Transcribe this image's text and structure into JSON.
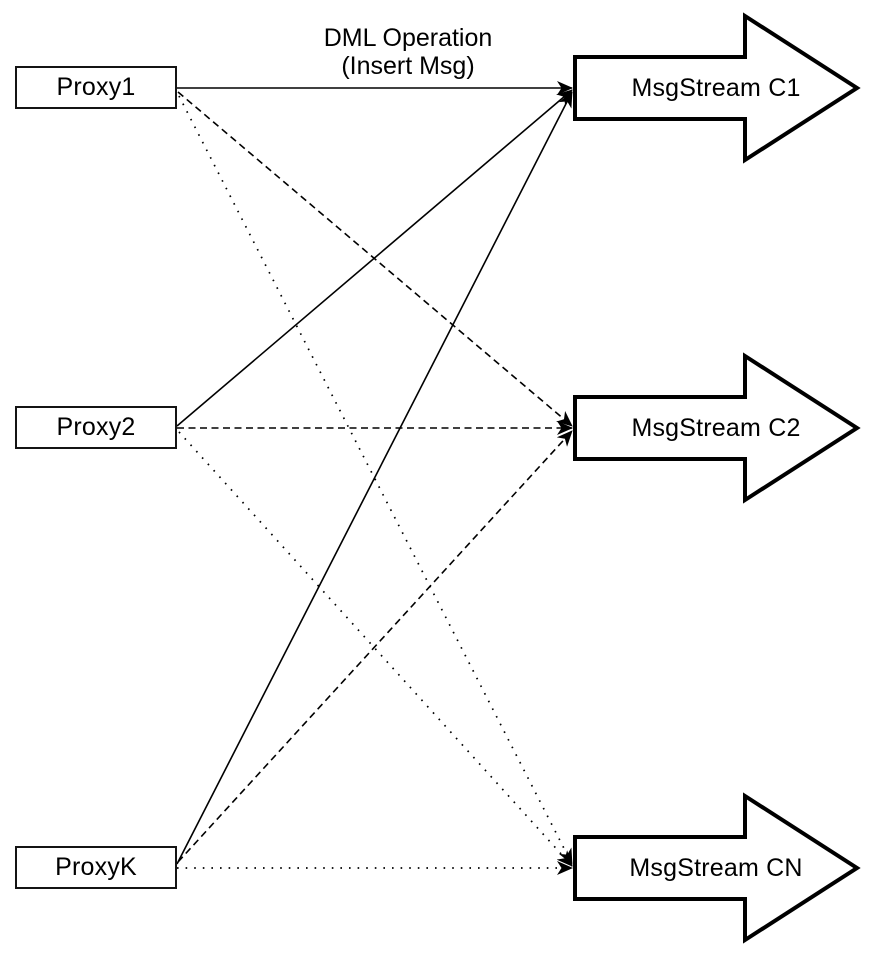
{
  "diagram": {
    "title": {
      "line1": "DML Operation",
      "line2": "(Insert Msg)"
    },
    "proxies": [
      {
        "id": "proxy1",
        "label": "Proxy1"
      },
      {
        "id": "proxy2",
        "label": "Proxy2"
      },
      {
        "id": "proxyk",
        "label": "ProxyK"
      }
    ],
    "streams": [
      {
        "id": "c1",
        "label": "MsgStream C1",
        "incoming_line_style": "solid"
      },
      {
        "id": "c2",
        "label": "MsgStream C2",
        "incoming_line_style": "dashed"
      },
      {
        "id": "cn",
        "label": "MsgStream CN",
        "incoming_line_style": "dotted"
      }
    ],
    "edges": [
      {
        "from": "Proxy1",
        "to": "MsgStream C1",
        "style": "solid"
      },
      {
        "from": "Proxy2",
        "to": "MsgStream C1",
        "style": "solid"
      },
      {
        "from": "ProxyK",
        "to": "MsgStream C1",
        "style": "solid"
      },
      {
        "from": "Proxy1",
        "to": "MsgStream C2",
        "style": "dashed"
      },
      {
        "from": "Proxy2",
        "to": "MsgStream C2",
        "style": "dashed"
      },
      {
        "from": "ProxyK",
        "to": "MsgStream C2",
        "style": "dashed"
      },
      {
        "from": "Proxy1",
        "to": "MsgStream CN",
        "style": "dotted"
      },
      {
        "from": "Proxy2",
        "to": "MsgStream CN",
        "style": "dotted"
      },
      {
        "from": "ProxyK",
        "to": "MsgStream CN",
        "style": "dotted"
      }
    ],
    "colors": {
      "stroke": "#000000",
      "fill": "#ffffff",
      "background": "#ffffff"
    }
  }
}
